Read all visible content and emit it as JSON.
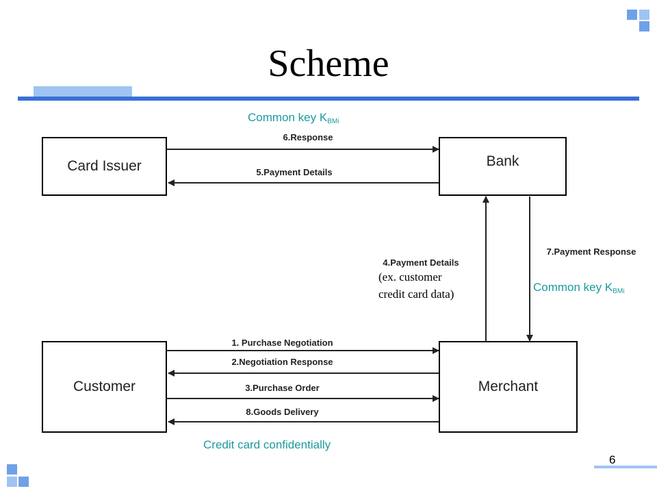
{
  "slide": {
    "title": "Scheme",
    "page_number": "6",
    "accent_color": "#3a6fd6",
    "accent_light_color": "#9fc4f2",
    "note_color": "#1b9aa0"
  },
  "nodes": {
    "card_issuer": "Card Issuer",
    "bank": "Bank",
    "customer": "Customer",
    "merchant": "Merchant"
  },
  "arrows": {
    "response": "6.Response",
    "payment_details_5": "5.Payment Details",
    "payment_details_4": "4.Payment Details",
    "payment_response": "7.Payment Response",
    "purchase_negotiation": "1. Purchase Negotiation",
    "negotiation_response": "2.Negotiation Response",
    "purchase_order": "3.Purchase Order",
    "goods_delivery": "8.Goods Delivery"
  },
  "notes": {
    "common_key_text": "Common key K",
    "common_key_sub": "BMi",
    "customer_data_line1": "(ex. customer",
    "customer_data_line2": "credit card data)",
    "credit_card_confidentially": "Credit card confidentially"
  }
}
